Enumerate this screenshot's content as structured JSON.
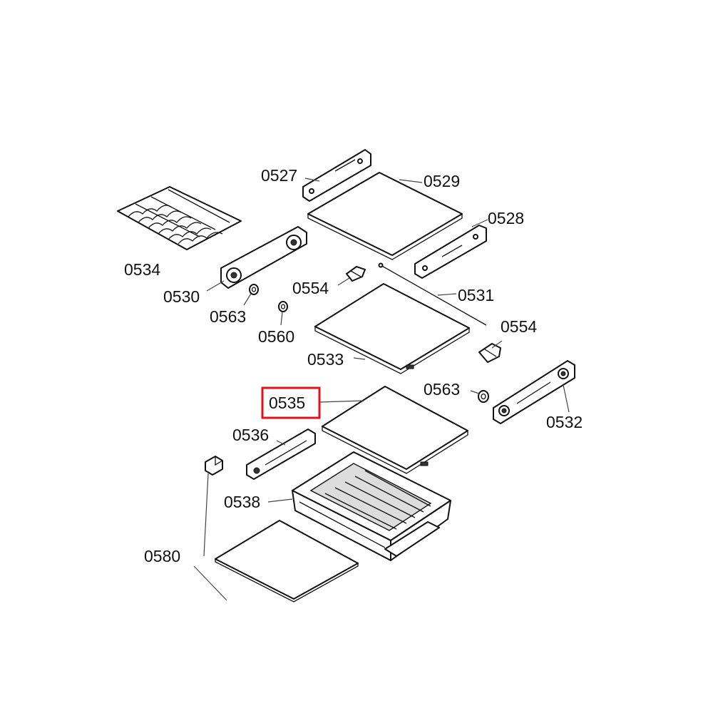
{
  "highlight_color": "#e3131b",
  "highlighted_part": "0535",
  "labels": {
    "p0527": "0527",
    "p0529": "0529",
    "p0528": "0528",
    "p0534": "0534",
    "p0530": "0530",
    "p0554a": "0554",
    "p0531": "0531",
    "p0563a": "0563",
    "p0560": "0560",
    "p0554b": "0554",
    "p0533": "0533",
    "p0563b": "0563",
    "p0535": "0535",
    "p0532": "0532",
    "p0536": "0536",
    "p0538": "0538",
    "p0580": "0580"
  }
}
